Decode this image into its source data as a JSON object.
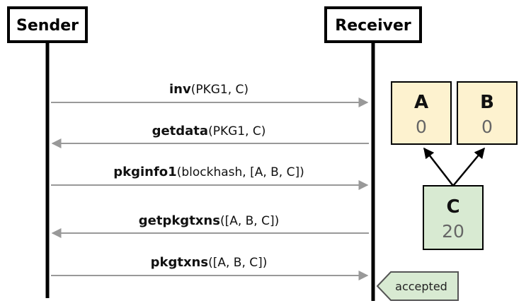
{
  "participants": {
    "sender": "Sender",
    "receiver": "Receiver"
  },
  "messages": [
    {
      "name": "inv",
      "args": "(PKG1, C)",
      "direction": "to-receiver"
    },
    {
      "name": "getdata",
      "args": "(PKG1, C)",
      "direction": "to-sender"
    },
    {
      "name": "pkginfo1",
      "args": "(blockhash, [A, B, C])",
      "direction": "to-receiver"
    },
    {
      "name": "getpkgtxns",
      "args": "([A, B, C])",
      "direction": "to-sender"
    },
    {
      "name": "pkgtxns",
      "args": "([A, B, C])",
      "direction": "to-receiver"
    }
  ],
  "transactions": {
    "a": {
      "id": "A",
      "fee": "0"
    },
    "b": {
      "id": "B",
      "fee": "0"
    },
    "c": {
      "id": "C",
      "fee": "20"
    }
  },
  "status": {
    "label": "accepted"
  },
  "colors": {
    "parent_tx_fill": "#fdf2cf",
    "child_tx_fill": "#d8ead2",
    "status_fill": "#d8ead2",
    "message_line": "#999999",
    "lifeline": "#000000"
  }
}
